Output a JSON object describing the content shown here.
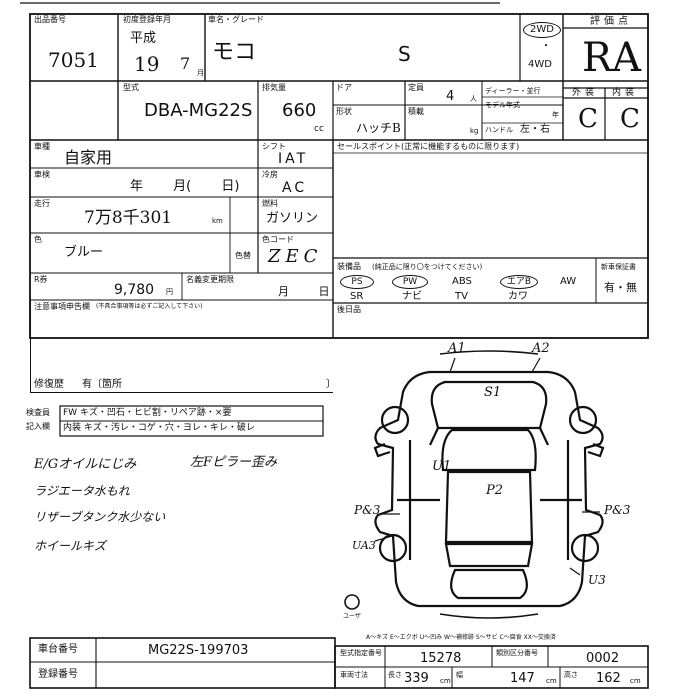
{
  "header": {
    "lot_label": "出品番号",
    "lot_number": "7051",
    "first_reg_label": "初度登録年月",
    "era": "平成",
    "year": "19",
    "month": "7",
    "month_suffix": "月",
    "model_label": "車名・グレード",
    "car_name": "モコ",
    "grade": "S",
    "drive_2wd": "2WD",
    "drive_4wd": "4WD",
    "eval_label": "評価点",
    "eval_score": "RA",
    "ext_label": "外装",
    "int_label": "内装",
    "ext_grade": "C",
    "int_grade": "C"
  },
  "specs": {
    "type_label": "型式",
    "type_value": "DBA-MG22S",
    "cc_label": "排気量",
    "cc_value": "660",
    "cc_unit": "cc",
    "door_label": "ドア",
    "capacity_label": "定員",
    "capacity_value": "4",
    "capacity_unit": "人",
    "dealer_label": "ディーラー・並行",
    "shape_label": "形状",
    "shape_value": "ハッチB",
    "load_label": "積載",
    "load_unit": "kg",
    "model_year_label": "モデル年式",
    "model_year_unit": "年",
    "handle_label": "ハンドル",
    "handle_value": "左・右"
  },
  "vehicle": {
    "usage_label": "車種",
    "usage_value": "自家用",
    "shift_label": "シフト",
    "shift_value": "IAT",
    "inspection_label": "車検",
    "inspection_value": "年 月( 日)",
    "aircon_label": "冷房",
    "aircon_value": "AC",
    "mileage_label": "走行",
    "mileage_value": "7万8千301",
    "mileage_unit": "km",
    "fuel_label": "燃料",
    "fuel_value": "ガソリン",
    "color_label": "色",
    "color_value": "ブルー",
    "color_change_label": "色替",
    "color_code_label": "色コード",
    "color_code_value": "ZEC",
    "recycle_label": "R券",
    "recycle_value": "9,780",
    "recycle_unit": "円",
    "owner_change_label": "名義変更期限",
    "owner_change_value": "月 日",
    "notes_label": "注意事項申告欄",
    "notes_sub": "(不具合事項等は必ずご記入して下さい)",
    "repair_label": "修復歴",
    "repair_value": "有〔箇所",
    "repair_close": "〕"
  },
  "sales_point_label": "セールスポイント(正常に機能するものに限ります)",
  "equipment": {
    "label": "装備品",
    "sub": "(純正品に限り〇をつけてください)",
    "new_warranty_label": "新車保証書",
    "new_warranty_value": "有・無",
    "row1": [
      "PS",
      "PW",
      "ABS",
      "エアB",
      "AW"
    ],
    "row2": [
      "SR",
      "ナビ",
      "TV",
      "カワ"
    ],
    "row1_circled": [
      true,
      true,
      false,
      true,
      false
    ]
  },
  "rear_seat_label": "後日品",
  "inspector": {
    "label1": "検査員",
    "label2": "記入欄",
    "row1": "FW キズ・凹石・ヒビ割・リペア跡・×要",
    "row2": "内装 キズ・汚レ・コゲ・穴・ヨレ・キレ・破レ"
  },
  "handwritten_notes": [
    "E/Gオイルにじみ",
    "ラジエータ水もれ",
    "リザーブタンク水少ない",
    "ホイールキズ",
    "左Fピラー歪み"
  ],
  "diagram": {
    "marks": [
      "A1",
      "A2",
      "S1",
      "U1",
      "P2",
      "P&3",
      "P&3",
      "UA3",
      "U3"
    ],
    "mark_positions_note": "",
    "legend": "A〜キズ E〜エクボ U〜凹み W〜補修跡 S〜サビ C〜腐食 XX〜交換済",
    "lock_label": "ユーザ"
  },
  "footer": {
    "chassis_label": "車台番号",
    "chassis_value": "MG22S-199703",
    "registration_label": "登録番号",
    "model_spec_label": "型式指定番号",
    "model_spec_value": "15278",
    "category_label": "類別区分番号",
    "category_value": "0002",
    "length_label": "長さ",
    "length_value": "339",
    "width_label": "幅",
    "width_value": "147",
    "height_label": "高さ",
    "height_value": "162",
    "unit_cm": "cm",
    "size_label": "車両寸法"
  }
}
